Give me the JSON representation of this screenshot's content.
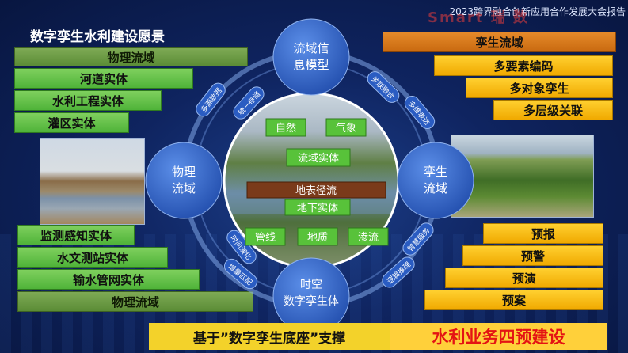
{
  "report_title": "2023跨界融合创新应用合作发展大会报告",
  "brand_watermark": "Smart 瑞 数",
  "slide_title": "数字孪生水利建设愿景",
  "left_panel": {
    "top_bars": [
      "物理流域",
      "河道实体",
      "水利工程实体",
      "灌区实体"
    ],
    "bottom_bars": [
      "监测感知实体",
      "水文测站实体",
      "输水管网实体",
      "物理流域"
    ]
  },
  "right_panel": {
    "top_bars": [
      "孪生流域",
      "多要素编码",
      "多对象孪生",
      "多层级关联"
    ],
    "bottom_bars": [
      "预报",
      "预警",
      "预演",
      "预案"
    ]
  },
  "nodes": {
    "top": [
      "流域信",
      "息模型"
    ],
    "left": [
      "物理",
      "流域"
    ],
    "right": [
      "孪生",
      "流域"
    ],
    "bottom": [
      "时空",
      "数字孪生体"
    ]
  },
  "arc_labels": {
    "top_left_outer": "多源数据",
    "top_left_inner": "统一存储",
    "top_right_outer": "关联融合",
    "top_right_inner": "多维表达",
    "bottom_right_outer": "智慧服务",
    "bottom_right_inner": "逻辑推理",
    "bottom_left_outer": "时间演化",
    "bottom_left_inner": "增量匹配"
  },
  "center_labels": {
    "nature": "自然",
    "weather": "气象",
    "basin_entity": "流域实体",
    "surface_runoff": "地表径流",
    "underground_entity": "地下实体",
    "pipeline": "管线",
    "geology": "地质",
    "seepage": "渗流"
  },
  "bottom_banner": {
    "left": "基于”数字孪生底座”支撑",
    "right": "水利业务四预建设"
  },
  "colors": {
    "background": "#0f2460",
    "node_fill": "#2f61c4",
    "arc_label": "#2a5cc2",
    "green_bar": "#4fb339",
    "olive_bar": "#5b8c36",
    "orange_bar": "#c96a10",
    "yellow_bar": "#f0a900",
    "center_green": "#58c23a",
    "center_brown": "#7a3a1a",
    "banner_red": "#e41313"
  }
}
